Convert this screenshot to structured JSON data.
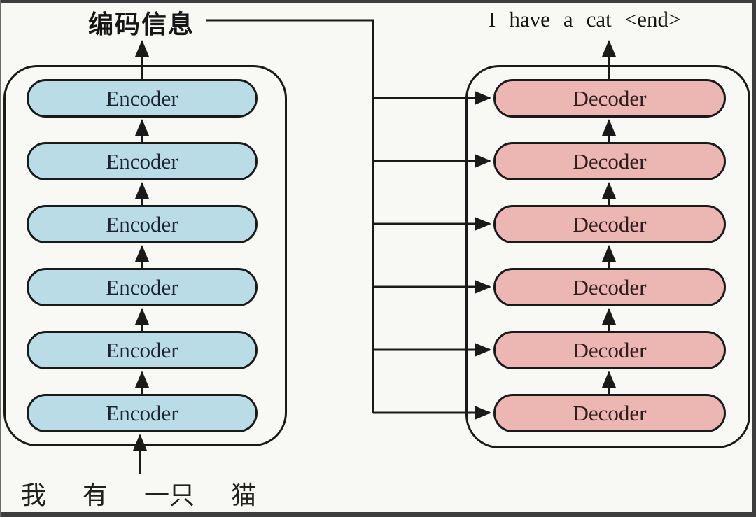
{
  "diagram": {
    "encoded_info_label": "编码信息",
    "output_words": [
      "I",
      "have",
      "a",
      "cat",
      "<end>"
    ],
    "input_words": [
      "我",
      "有",
      "一只",
      "猫"
    ],
    "encoder_label": "Encoder",
    "decoder_label": "Decoder",
    "encoder_count": 6,
    "decoder_count": 6,
    "colors": {
      "encoder_fill": "#b9dce6",
      "decoder_fill": "#ecb6b3",
      "line": "#1a1a1a",
      "background": "#f8f8f5",
      "edge_border": "#3d3d3d"
    }
  }
}
